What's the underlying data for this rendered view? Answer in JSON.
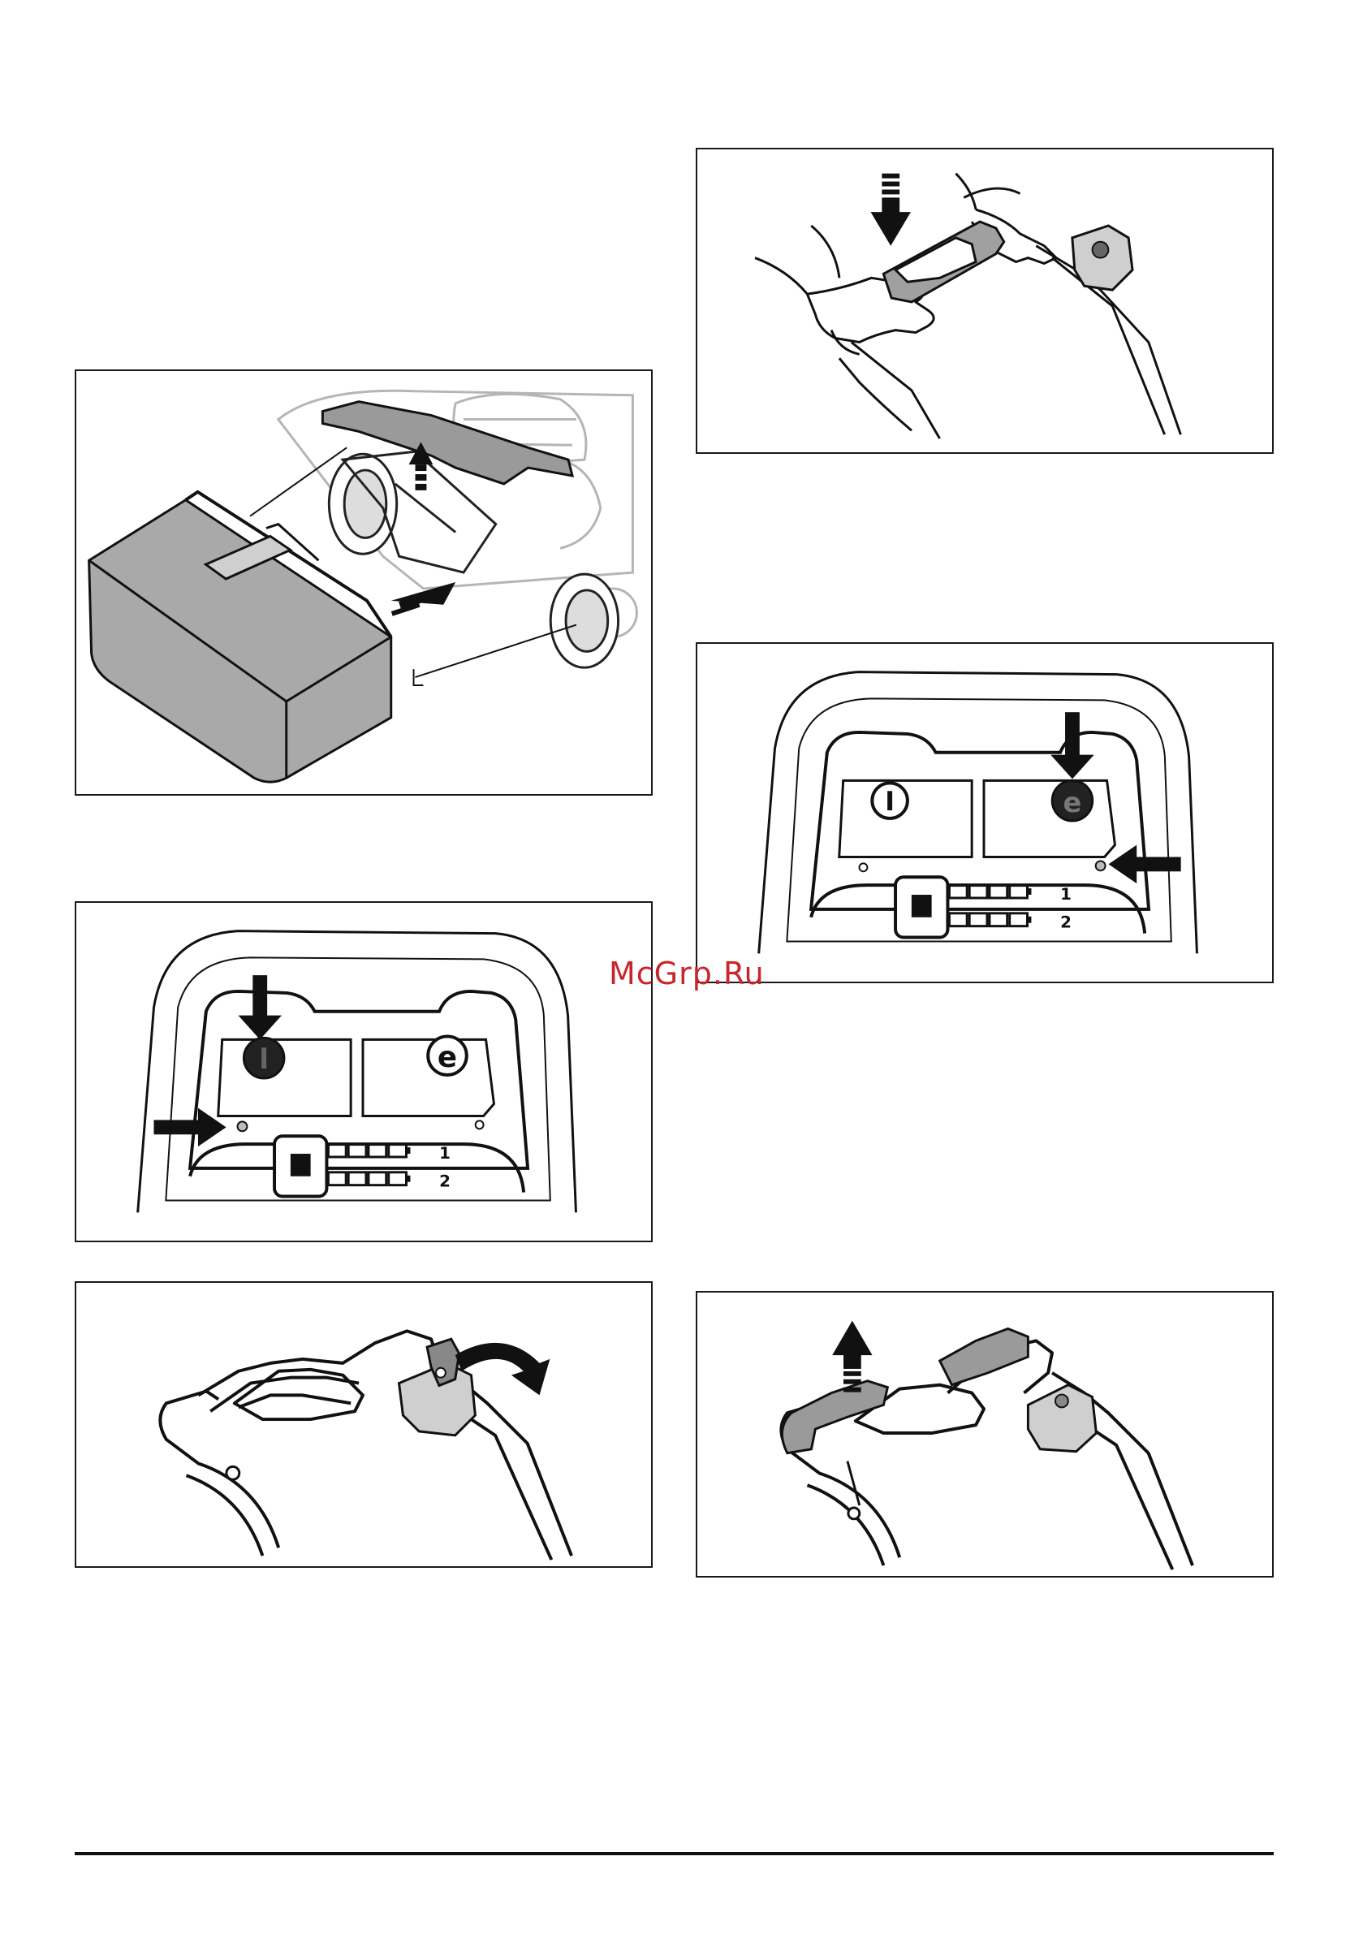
{
  "watermark": {
    "text": "McGrp.Ru",
    "color": "#c8262b"
  },
  "figures": {
    "bag": {
      "icon": "grass-bag-attach-icon"
    },
    "panel_left": {
      "row_labels": [
        "1",
        "2"
      ],
      "icon": "power-button-icon"
    },
    "handle_lock": {
      "icon": "handle-lock-release-icon"
    },
    "handle_press": {
      "icon": "hands-press-handle-icon"
    },
    "panel_right": {
      "row_labels": [
        "1",
        "2"
      ],
      "icon": "eco-mode-button-icon"
    },
    "handle_lift": {
      "icon": "handle-lift-icon"
    }
  }
}
